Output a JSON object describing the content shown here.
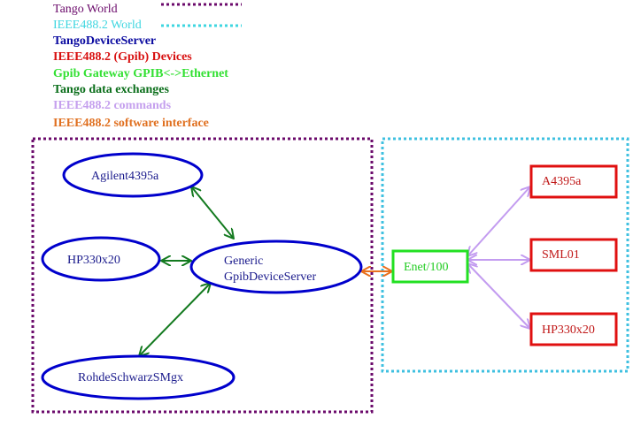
{
  "legend": [
    {
      "label": "Tango World",
      "color": "#6b0a6b",
      "weight": "plain",
      "swatch": "dotted"
    },
    {
      "label": "IEEE488.2 World",
      "color": "#3fd6e0",
      "weight": "plain",
      "swatch": "dotted"
    },
    {
      "label": "TangoDeviceServer",
      "color": "#0a0aa0",
      "weight": "bold"
    },
    {
      "label": "IEEE488.2 (Gpib) Devices",
      "color": "#d81010",
      "weight": "bold"
    },
    {
      "label": "Gpib Gateway GPIB<->Ethernet",
      "color": "#33e033",
      "weight": "bold"
    },
    {
      "label": "Tango data exchanges",
      "color": "#0a6e1a",
      "weight": "bold"
    },
    {
      "label": "IEEE488.2 commands",
      "color": "#c5a0ee",
      "weight": "bold"
    },
    {
      "label": "IEEE488.2 software interface",
      "color": "#e07020",
      "weight": "bold"
    }
  ],
  "colors": {
    "tango_world": "#6b0a6b",
    "ieee_world": "#3fc0e0",
    "device_server": "#0000cc",
    "device_server_text": "#1a1a8c",
    "gpib_device": "#e01010",
    "gpib_device_text": "#c01818",
    "gateway": "#22e022",
    "gateway_text": "#22cc22",
    "tango_exchange": "#137a1f",
    "ieee_command": "#c39cf0",
    "software_interface": "#e8701e"
  },
  "regions": {
    "tango_world": "Tango World",
    "ieee_world": "IEEE488.2 World"
  },
  "nodes": {
    "agilent": {
      "label": "Agilent4395a",
      "type": "device_server"
    },
    "hp330": {
      "label": "HP330x20",
      "type": "device_server"
    },
    "generic": {
      "label_line1": "Generic",
      "label_line2": "GpibDeviceServer",
      "type": "device_server"
    },
    "rohde": {
      "label": "RohdeSchwarzSMgx",
      "type": "device_server"
    },
    "enet": {
      "label": "Enet/100",
      "type": "gateway"
    },
    "a4395a": {
      "label": "A4395a",
      "type": "gpib_device"
    },
    "sml01": {
      "label": "SML01",
      "type": "gpib_device"
    },
    "hp330x20": {
      "label": "HP330x20",
      "type": "gpib_device"
    }
  },
  "edges": [
    {
      "from": "Agilent4395a",
      "to": "Generic GpibDeviceServer",
      "kind": "Tango data exchanges",
      "direction": "bidirectional"
    },
    {
      "from": "HP330x20",
      "to": "Generic GpibDeviceServer",
      "kind": "Tango data exchanges",
      "direction": "bidirectional"
    },
    {
      "from": "RohdeSchwarzSMgx",
      "to": "Generic GpibDeviceServer",
      "kind": "Tango data exchanges",
      "direction": "bidirectional"
    },
    {
      "from": "Generic GpibDeviceServer",
      "to": "Enet/100",
      "kind": "IEEE488.2 software interface",
      "direction": "bidirectional"
    },
    {
      "from": "Enet/100",
      "to": "A4395a",
      "kind": "IEEE488.2 commands",
      "direction": "bidirectional"
    },
    {
      "from": "Enet/100",
      "to": "SML01",
      "kind": "IEEE488.2 commands",
      "direction": "bidirectional"
    },
    {
      "from": "Enet/100",
      "to": "HP330x20",
      "kind": "IEEE488.2 commands",
      "direction": "bidirectional"
    }
  ]
}
